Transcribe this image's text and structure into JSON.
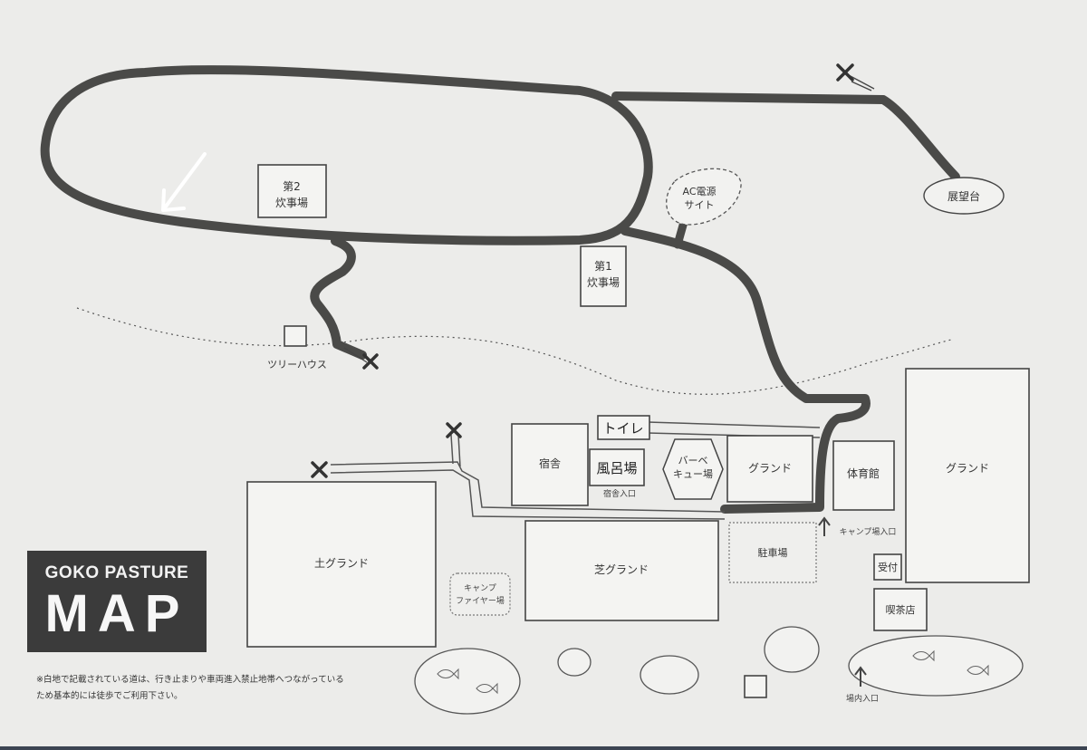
{
  "logo": {
    "subtitle": "GOKO PASTURE",
    "title": "MAP"
  },
  "note": "※白地で記載されている道は、行き止まりや車両進入禁止地帯へつながっているため基本的には徒歩でご利用下さい。",
  "places": {
    "kitchen2_line1": "第2",
    "kitchen2_line2": "炊事場",
    "kitchen1_line1": "第1",
    "kitchen1_line2": "炊事場",
    "ac_site_line1": "AC電源",
    "ac_site_line2": "サイト",
    "observatory": "展望台",
    "treehouse": "ツリーハウス",
    "toilet": "トイレ",
    "lodging": "宿舎",
    "bath": "風呂場",
    "lodging_entrance": "宿舎入口",
    "bbq_line1": "バーベ",
    "bbq_line2": "キュー場",
    "ground_mid": "グランド",
    "gym": "体育館",
    "ground_right": "グランド",
    "camp_entrance": "キャンプ場入口",
    "parking": "駐車場",
    "reception": "受付",
    "cafe": "喫茶店",
    "dirt_ground": "土グランド",
    "grass_ground": "芝グランド",
    "campfire_line1": "キャンプ",
    "campfire_line2": "ファイヤー場",
    "park_entrance": "場内入口"
  },
  "colors": {
    "paper": "#ececea",
    "road": "#4a4a48",
    "logo_bg": "#3b3b3b",
    "arrow": "#ffffff"
  }
}
